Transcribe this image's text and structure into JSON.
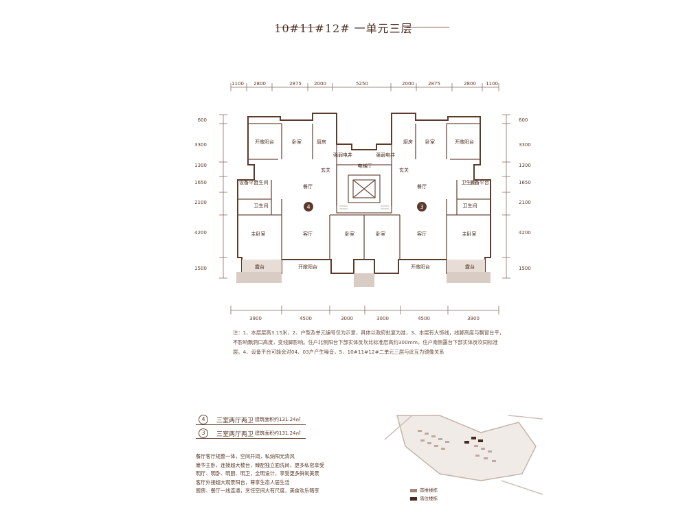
{
  "page_title": "10#11#12# 一单元三层",
  "dims_top": [
    "1100",
    "2800",
    "2875",
    "2000",
    "5250",
    "2000",
    "2875",
    "2800",
    "1100"
  ],
  "dims_bottom": [
    "3900",
    "4500",
    "3000",
    "3000",
    "4500",
    "3900"
  ],
  "dims_left": [
    "600",
    "3300",
    "1300",
    "1650",
    "2100",
    "4200",
    "1500"
  ],
  "dims_right": [
    "600",
    "3300",
    "1300",
    "1650",
    "2100",
    "4200",
    "1500"
  ],
  "rooms": {
    "balcony_open": "开敞阳台",
    "bedroom": "卧室",
    "kitchen": "厨房",
    "pipe_well": "强弱电井",
    "elevator_hall": "电梯厅",
    "foyer": "玄关",
    "dining": "餐厅",
    "equipment": "设备平台",
    "bathroom": "卫生间",
    "master_bedroom": "主卧室",
    "living": "客厅",
    "terrace": "露台",
    "unit_4": "4",
    "unit_3": "3"
  },
  "notes": "注：1、本层层高3.15米，2、户型及单元编号仅为示意，具体以政府批复为准，3、本层有大饰线，线脚高度与飘窗台平，不影响飘洞口高度，变线脚影响。住户北侧阳台下部实体反坎比标准层高约300mm，住户南侧露台下部实体反坎同标准层。4、设备平台可能会对04、03户产生噪音，5、10#11#12#二单元三层与此互为镜像关系",
  "units": [
    {
      "no": "4",
      "type": "三室两厅两卫",
      "area": "建筑面积约131.24㎡"
    },
    {
      "no": "3",
      "type": "三室两厅两卫",
      "area": "建筑面积约131.24㎡"
    }
  ],
  "description": [
    "餐厅客厅规整一体，空间开阔，私纳阳光清风",
    "豪华主卧，连接超大楼台，臻配独立面洗间，更多私密享受",
    "明厅、明卧、明厨、明卫，全明设计，享受更多鲜氧美景",
    "客厅外接超大观景阳台，尊享生态人居生活",
    "厨房、餐厅一线连通，烹饪空间大有尺度，美食欢乐畅享"
  ],
  "legend": [
    {
      "label": "首推楼栋",
      "color": "#a08579"
    },
    {
      "label": "落位楼栋",
      "color": "#4a2a20"
    }
  ]
}
